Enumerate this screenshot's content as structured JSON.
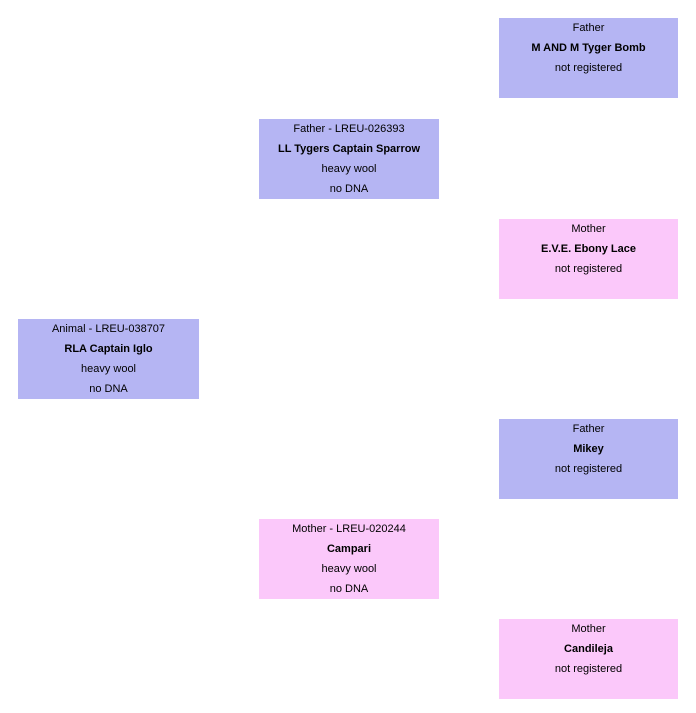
{
  "pedigree": {
    "colors": {
      "male_box": "#b5b5f3",
      "female_box": "#fbc8fa"
    },
    "boxes": {
      "animal": {
        "label": "Animal - LREU-038707",
        "name": "RLA Captain Iglo",
        "detail1": "heavy wool",
        "detail2": "no DNA"
      },
      "father": {
        "label": "Father - LREU-026393",
        "name": "LL Tygers Captain Sparrow",
        "detail1": "heavy wool",
        "detail2": "no DNA"
      },
      "mother": {
        "label": "Mother - LREU-020244",
        "name": "Campari",
        "detail1": "heavy wool",
        "detail2": "no DNA"
      },
      "paternal_grandfather": {
        "label": "Father",
        "name": "M AND M Tyger Bomb",
        "detail1": "not registered"
      },
      "paternal_grandmother": {
        "label": "Mother",
        "name": "E.V.E. Ebony Lace",
        "detail1": "not registered"
      },
      "maternal_grandfather": {
        "label": "Father",
        "name": "Mikey",
        "detail1": "not registered"
      },
      "maternal_grandmother": {
        "label": "Mother",
        "name": "Candileja",
        "detail1": "not registered"
      }
    }
  }
}
